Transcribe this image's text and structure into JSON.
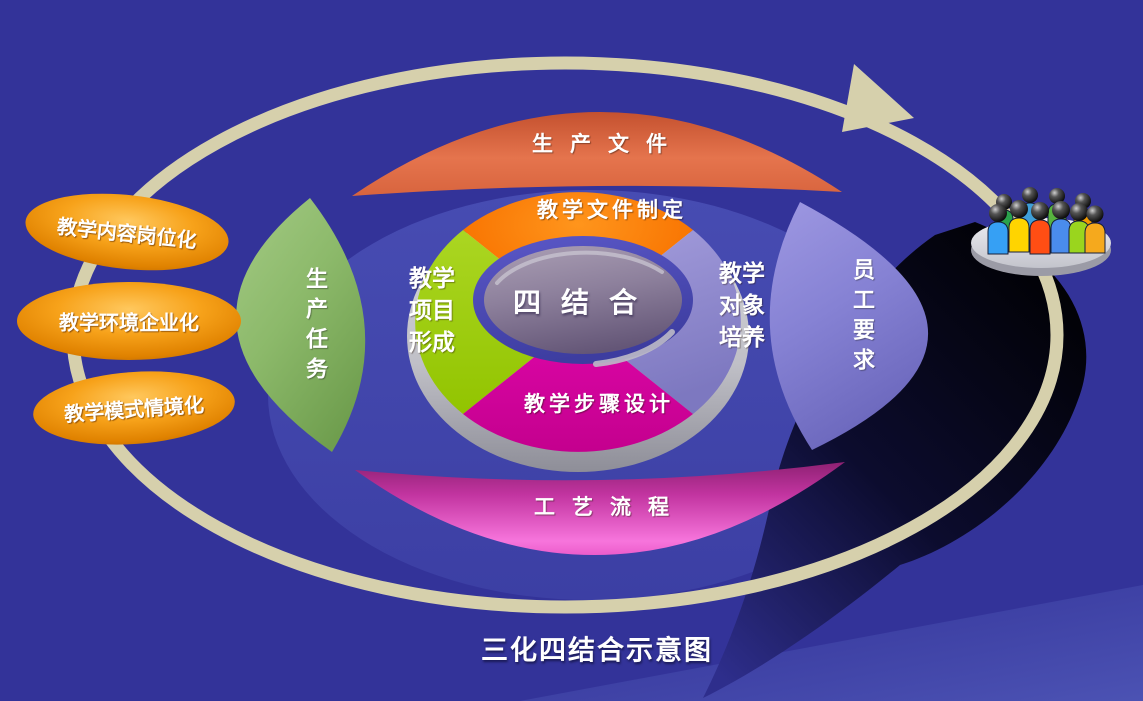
{
  "diagram": {
    "title": "三化四结合示意图",
    "center_label": "四结合",
    "wheel": {
      "top": {
        "outer": "生产文件",
        "inner": "教学文件制定"
      },
      "left": {
        "outer": "生产任务",
        "inner": "教学项目形成"
      },
      "right": {
        "outer": "员工要求",
        "inner": "教学对象培养"
      },
      "bottom": {
        "outer": "工艺流程",
        "inner": "教学步骤设计"
      }
    },
    "bubbles": [
      {
        "label": "教学内容岗位化"
      },
      {
        "label": "教学环境企业化"
      },
      {
        "label": "教学模式情境化"
      }
    ],
    "icons": {
      "cycle_arrow": "cycle-arrow-icon",
      "people_group": "people-group-icon"
    },
    "colors": {
      "background": "#333399",
      "arrow": "#d6d0ac",
      "top_outer_petal": "#d95f3d",
      "top_inner_sector": "#f87300",
      "left_outer_petal": "#8cb96a",
      "left_inner_sector": "#9dcc0e",
      "right_outer_petal": "#8682d4",
      "right_inner_sector": "#8f8bd0",
      "bottom_inner_sector": "#d4009e",
      "bottom_outer_petal": "#e862c8",
      "bubble_orange": "#f09c0a",
      "center_fill": "#8d809c",
      "center_ring": "#5350bf"
    }
  }
}
